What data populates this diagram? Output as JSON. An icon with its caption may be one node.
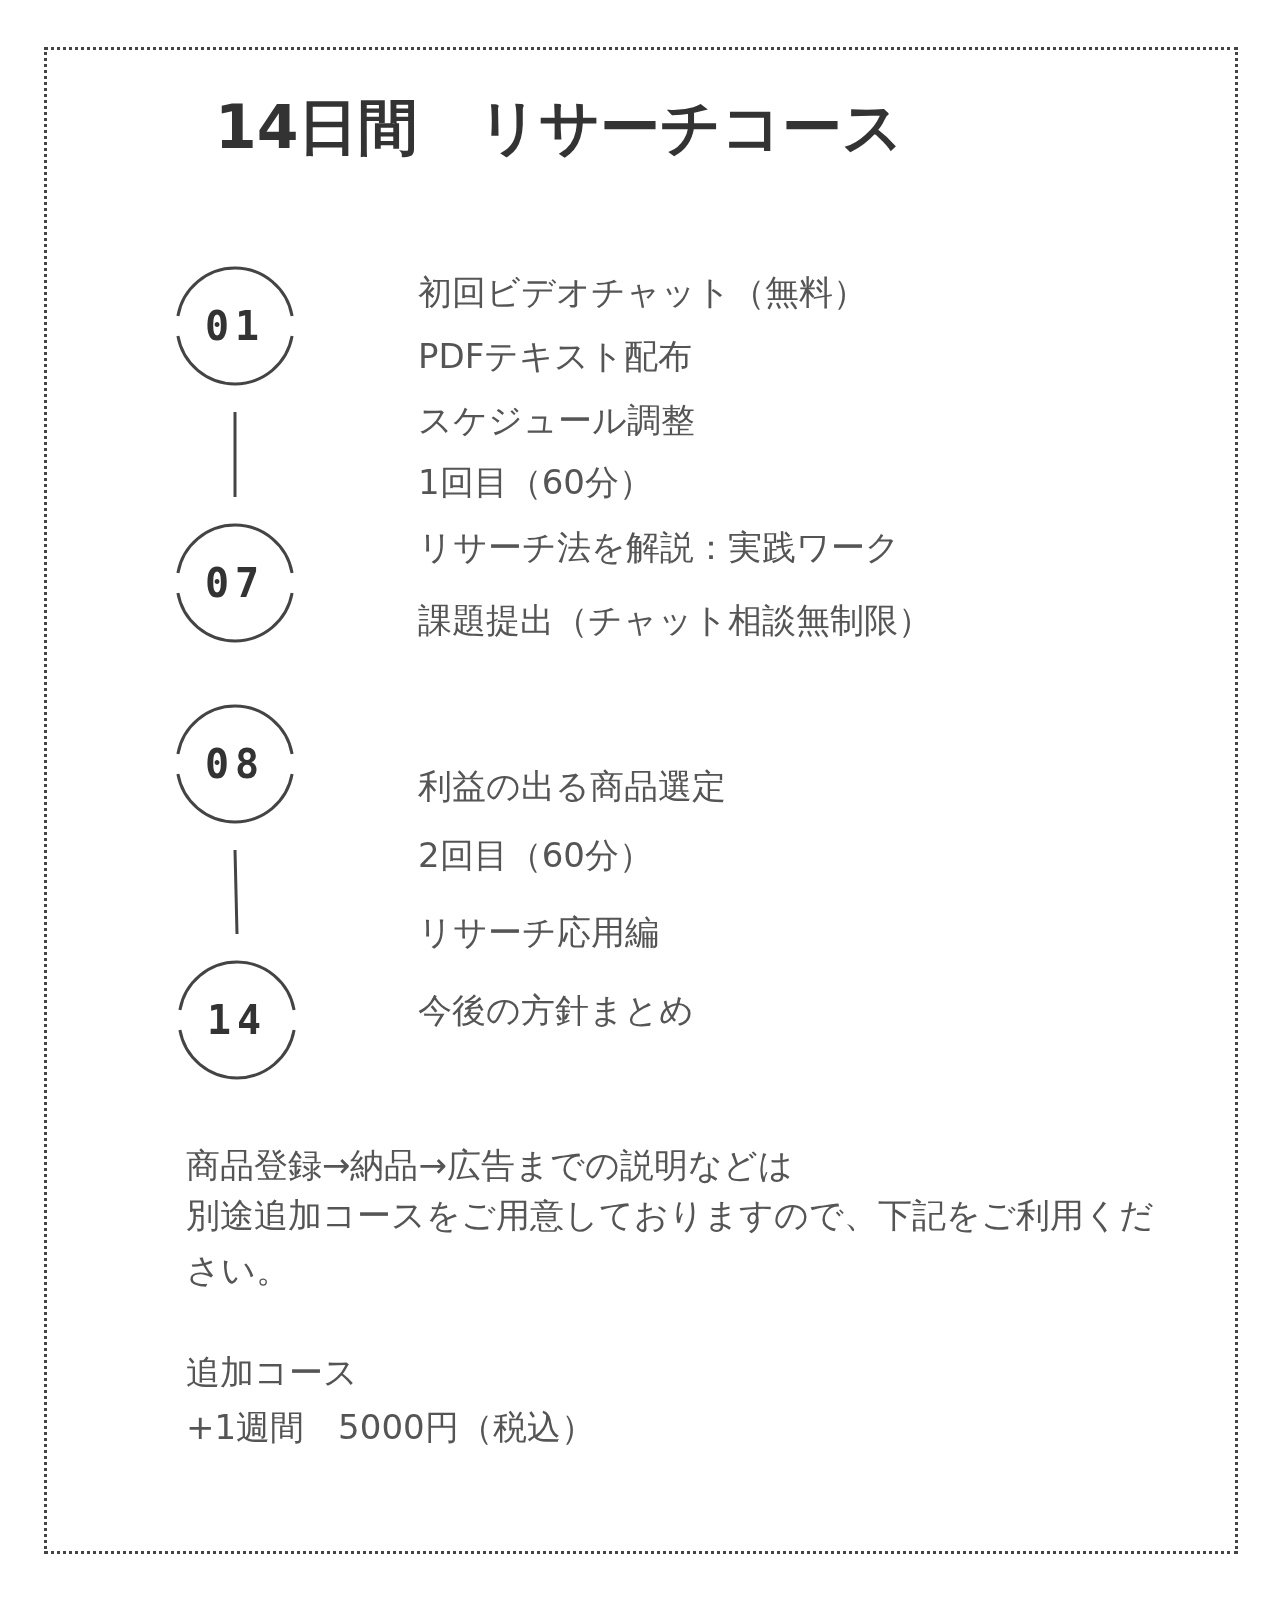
{
  "diagram": {
    "title": "14日間　リサーチコース",
    "nodes": [
      {
        "text": [
          "01"
        ]
      },
      {
        "text": [
          "07"
        ]
      },
      {
        "text": [
          "08"
        ]
      },
      {
        "text": [
          "14"
        ]
      }
    ],
    "edges": [
      {
        "from": 0,
        "to": 1,
        "arrow": "none"
      },
      {
        "from": 2,
        "to": 3,
        "arrow": "none"
      }
    ],
    "labels": [
      "初回ビデオチャット（無料）",
      "PDFテキスト配布",
      "スケジュール調整",
      "1回目（60分）",
      "リサーチ法を解説：実践ワーク",
      "課題提出（チャット相談無制限）",
      "利益の出る商品選定",
      "2回目（60分）",
      "リサーチ応用編",
      "今後の方針まとめ",
      "商品登録→納品→広告までの説明などは",
      "別途追加コースをご用意しておりますので、下記をご利用ください。",
      "追加コース",
      "+1週間　5000円（税込）"
    ]
  }
}
